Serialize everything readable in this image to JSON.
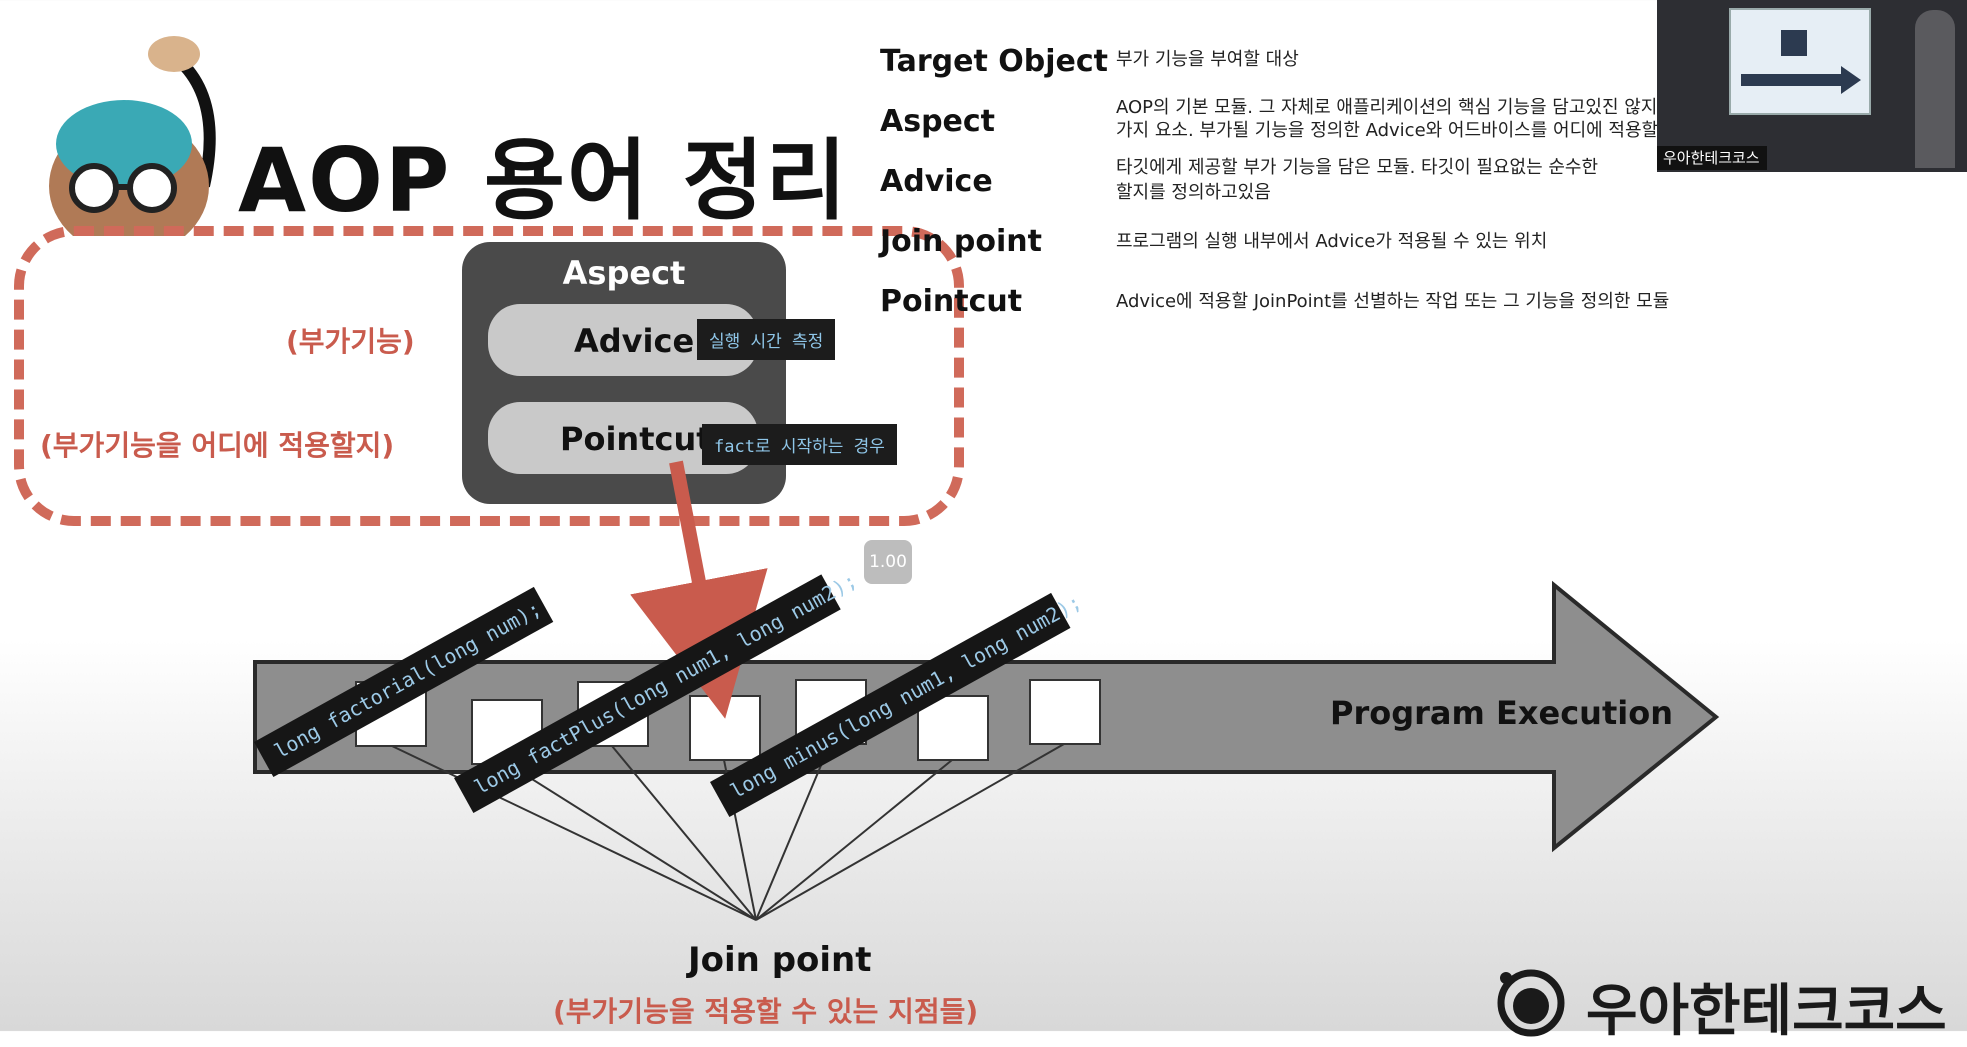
{
  "slide": {
    "title": "AOP 용어 정리",
    "aspect_label": "Aspect",
    "advice_label": "Advice",
    "pointcut_label": "Pointcut",
    "advice_code": "실행 시간 측정",
    "pointcut_code": "fact로 시작하는 경우",
    "left_label_1": "(부가기능)",
    "left_label_2": "(부가기능을 어디에 적용할지)",
    "program_execution": "Program Execution",
    "join_point_label": "Join point",
    "join_point_sub": "(부가기능을 적용할 수 있는 지점들)",
    "code_lines": [
      "long factorial(long num);",
      "long factPlus(long num1, long num2);",
      "long minus(long num1, long num2);"
    ],
    "logo_text": "우아한테크코스",
    "colors": {
      "accent_red": "#c95b4d",
      "dashed_border": "#d06a5a",
      "aspect_box": "#4a4a4a",
      "pill": "#c9c9c9",
      "code_text": "#8fc6e8"
    }
  },
  "terms": [
    {
      "term": "Target Object",
      "desc": "부가 기능을 부여할 대상"
    },
    {
      "term": "Aspect",
      "desc": "AOP의 기본 모듈. 그 자체로 애플리케이션의 핵심 기능을 담고있진 않지",
      "desc2": "가지 요소. 부가될 기능을 정의한 Advice와 어드바이스를 어디에 적용할"
    },
    {
      "term": "Advice",
      "desc": "타깃에게 제공할 부가 기능을 담은 모듈. 타깃이 필요없는 순수한",
      "desc2": "할지를 정의하고있음"
    },
    {
      "term": "Join point",
      "desc": "프로그램의 실행 내부에서 Advice가 적용될 수 있는 위치"
    },
    {
      "term": "Pointcut",
      "desc": "Advice에 적용할 JoinPoint를 선별하는 작업 또는 그 기능을 정의한 모듈"
    }
  ],
  "video": {
    "speed": "1.00",
    "webcam_caption": "우아한테크코스"
  }
}
